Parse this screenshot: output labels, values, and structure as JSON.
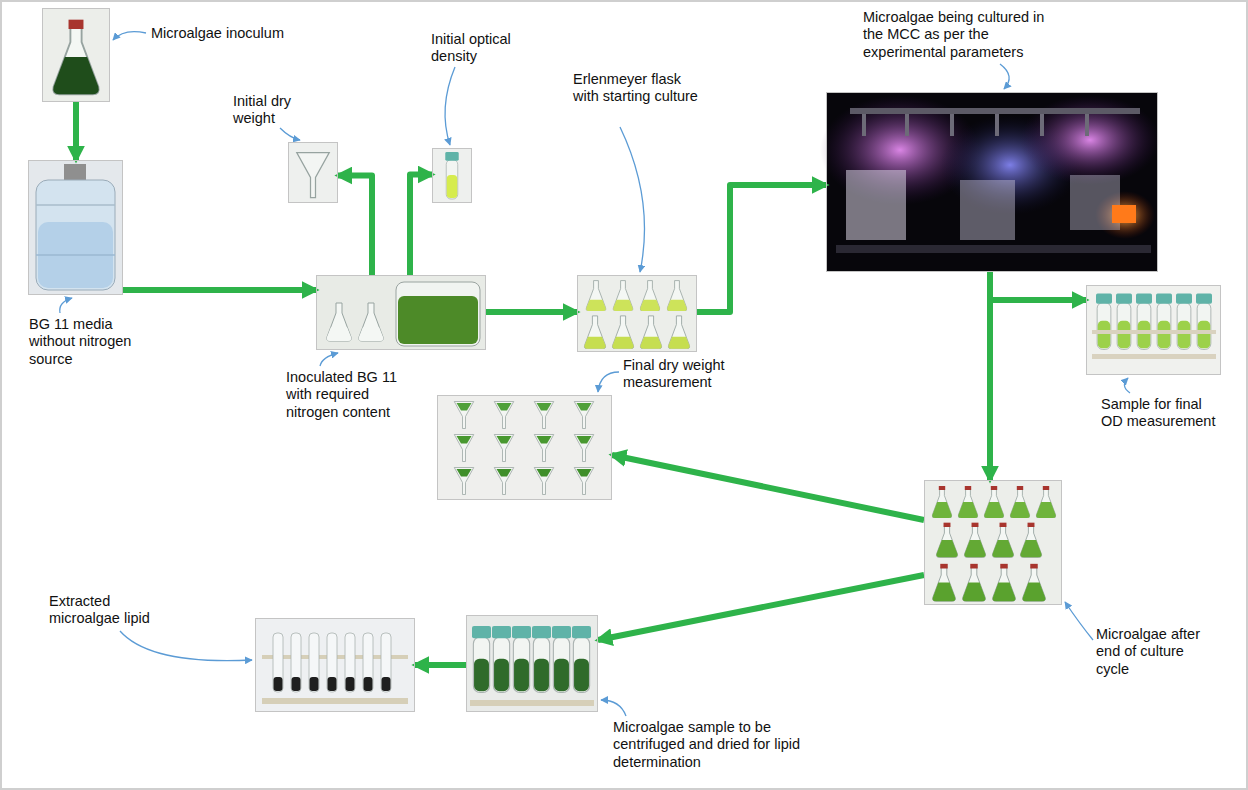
{
  "diagram": {
    "nodes": [
      {
        "text": [
          "Microalgae inoculum"
        ]
      },
      {
        "text": [
          "BG 11 media without nitrogen source"
        ]
      },
      {
        "text": [
          "Initial dry weight"
        ]
      },
      {
        "text": [
          "Initial optical density"
        ]
      },
      {
        "text": [
          "Inoculated BG 11 with required nitrogen content"
        ]
      },
      {
        "text": [
          "Erlenmeyer flask with starting culture"
        ]
      },
      {
        "text": [
          "Microalgae being cultured in the MCC as per the experimental parameters"
        ]
      },
      {
        "text": [
          "Sample for final OD measurement"
        ]
      },
      {
        "text": [
          "Microalgae after end of culture cycle"
        ]
      },
      {
        "text": [
          "Final dry weight measurement"
        ]
      },
      {
        "text": [
          "Microalgae sample to be centrifuged and dried for lipid determination"
        ]
      },
      {
        "text": [
          "Extracted microalgae lipid"
        ]
      }
    ],
    "edges": [
      {
        "from": 0,
        "to": 1,
        "arrow": "to"
      },
      {
        "from": 1,
        "to": 4,
        "arrow": "to"
      },
      {
        "from": 4,
        "to": 2,
        "arrow": "to"
      },
      {
        "from": 4,
        "to": 3,
        "arrow": "to"
      },
      {
        "from": 4,
        "to": 5,
        "arrow": "to"
      },
      {
        "from": 5,
        "to": 6,
        "arrow": "to"
      },
      {
        "from": 6,
        "to": 7,
        "arrow": "to"
      },
      {
        "from": 6,
        "to": 8,
        "arrow": "to"
      },
      {
        "from": 8,
        "to": 9,
        "arrow": "to"
      },
      {
        "from": 8,
        "to": 10,
        "arrow": "to"
      },
      {
        "from": 10,
        "to": 11,
        "arrow": "to"
      }
    ]
  }
}
